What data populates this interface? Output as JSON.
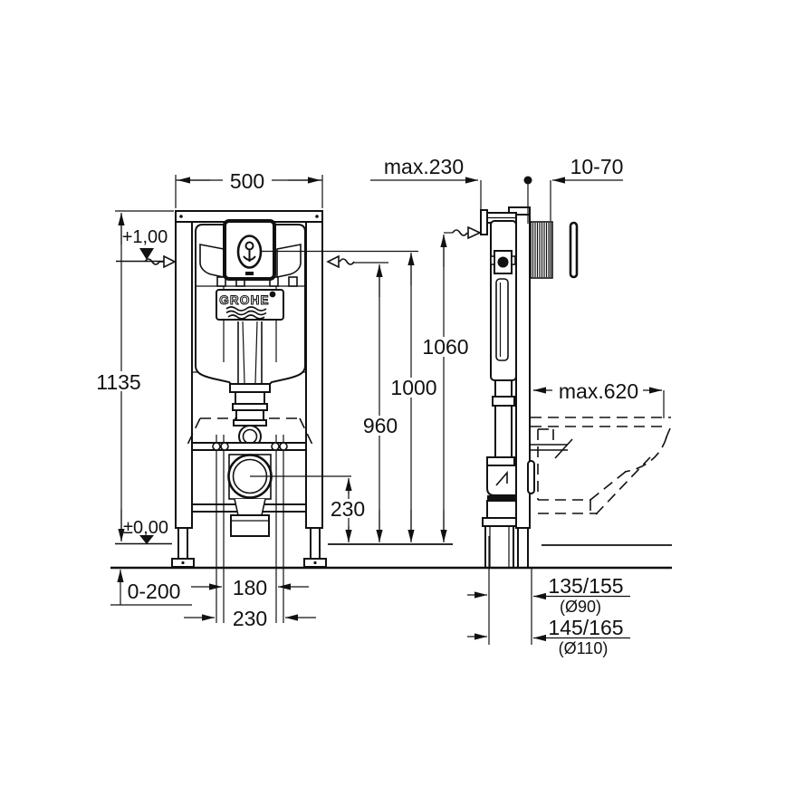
{
  "brand": {
    "logo": "GROHE"
  },
  "front": {
    "width": "500",
    "height": "1135",
    "level_top": "+1,00",
    "level_zero": "±0,00",
    "floor_buildup": "0-200",
    "rod_span_inner": "180",
    "rod_span_outer": "230",
    "outlet_height": "230",
    "h_flushplate_bottom": "960",
    "h_flushplate_center": "1000",
    "h_top_fixing": "1060"
  },
  "side": {
    "frame_depth": "max.230",
    "wall_finish_range": "10-70",
    "bowl_depth": "max.620",
    "outlet_offset_small": "135/155",
    "outlet_dia_small": "(Ø90)",
    "outlet_offset_large": "145/165",
    "outlet_dia_large": "(Ø110)"
  }
}
